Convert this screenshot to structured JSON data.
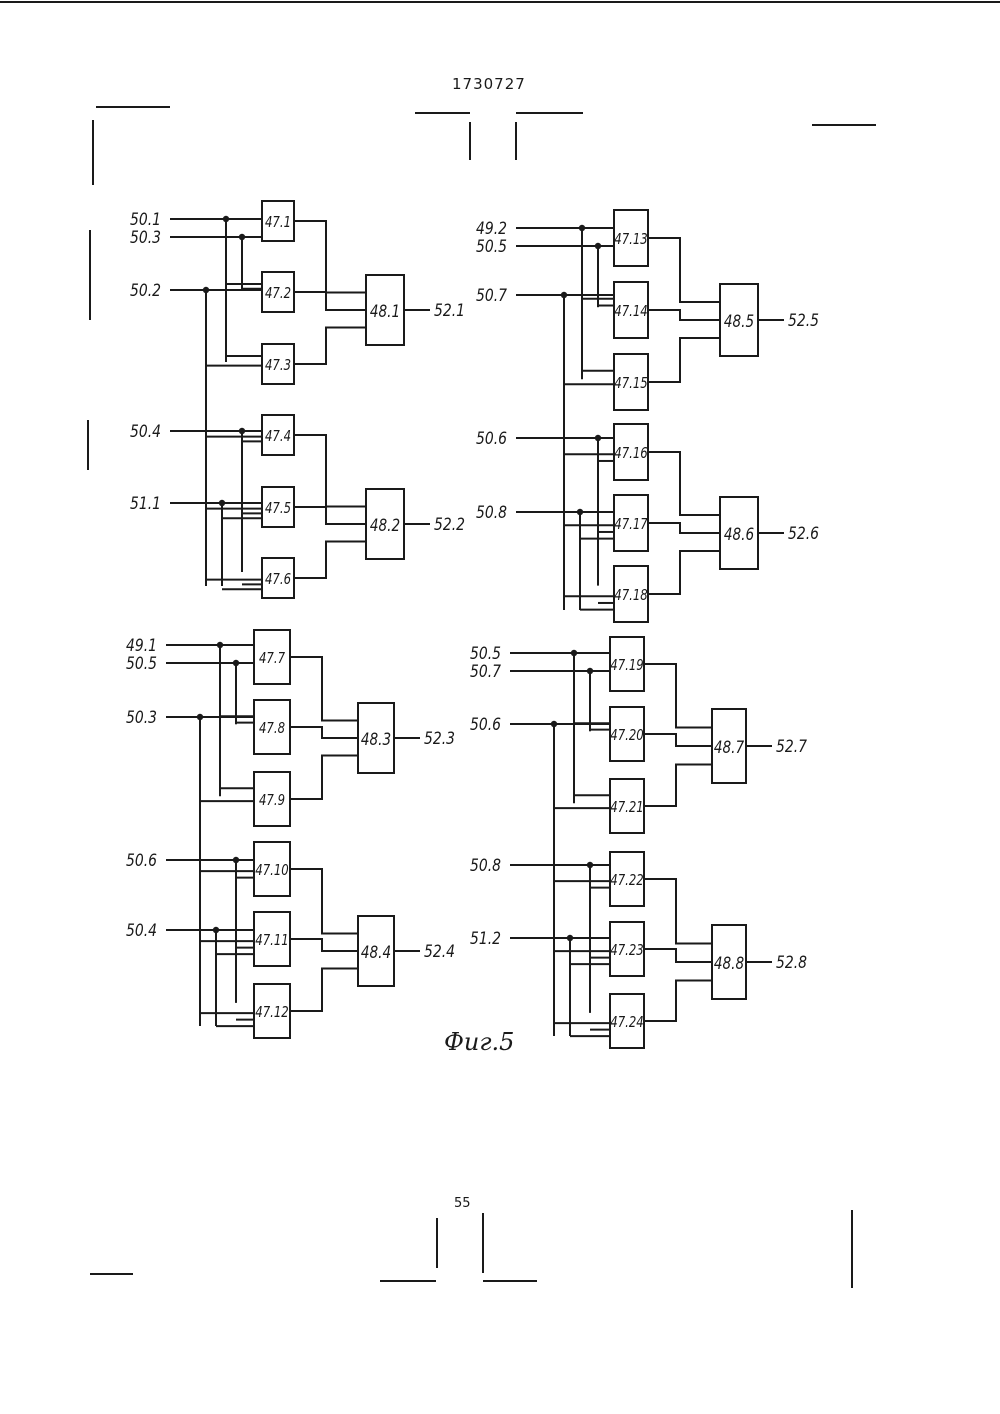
{
  "header": {
    "patent_number": "1730727"
  },
  "figure_caption": "Фиг.5",
  "footer": {
    "page_number": "55"
  },
  "groups": [
    {
      "inputs": [
        "50.1",
        "50.3",
        "50.2",
        "50.4",
        "51.1"
      ],
      "units": [
        {
          "gates": [
            "47.1",
            "47.2",
            "47.3"
          ],
          "combiner": "48.1",
          "output": "52.1"
        },
        {
          "gates": [
            "47.4",
            "47.5",
            "47.6"
          ],
          "combiner": "48.2",
          "output": "52.2"
        }
      ]
    },
    {
      "inputs": [
        "49.2",
        "50.5",
        "50.7",
        "50.6",
        "50.8"
      ],
      "units": [
        {
          "gates": [
            "47.13",
            "47.14",
            "47.15"
          ],
          "combiner": "48.5",
          "output": "52.5"
        },
        {
          "gates": [
            "47.16",
            "47.17",
            "47.18"
          ],
          "combiner": "48.6",
          "output": "52.6"
        }
      ]
    },
    {
      "inputs": [
        "49.1",
        "50.5",
        "50.3",
        "50.6",
        "50.4"
      ],
      "units": [
        {
          "gates": [
            "47.7",
            "47.8",
            "47.9"
          ],
          "combiner": "48.3",
          "output": "52.3"
        },
        {
          "gates": [
            "47.10",
            "47.11",
            "47.12"
          ],
          "combiner": "48.4",
          "output": "52.4"
        }
      ]
    },
    {
      "inputs": [
        "50.5",
        "50.7",
        "50.6",
        "50.8",
        "51.2"
      ],
      "units": [
        {
          "gates": [
            "47.19",
            "47.20",
            "47.21"
          ],
          "combiner": "48.7",
          "output": "52.7"
        },
        {
          "gates": [
            "47.22",
            "47.23",
            "47.24"
          ],
          "combiner": "48.8",
          "output": "52.8"
        }
      ]
    }
  ]
}
